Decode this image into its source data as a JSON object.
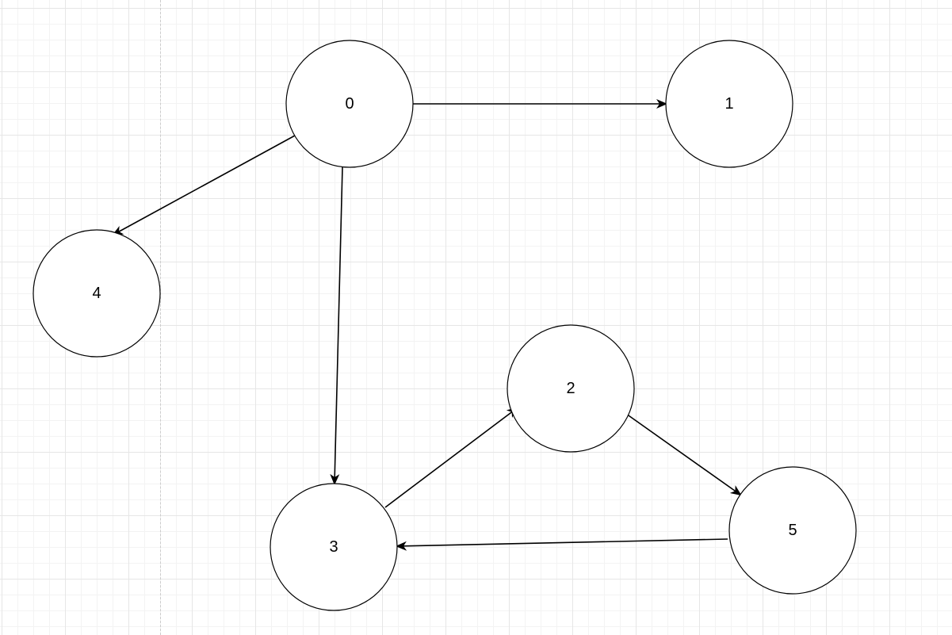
{
  "diagram": {
    "type": "directed-graph",
    "stroke_color": "#000000",
    "node_fill": "#ffffff",
    "nodes": [
      {
        "id": "0",
        "label": "0"
      },
      {
        "id": "1",
        "label": "1"
      },
      {
        "id": "2",
        "label": "2"
      },
      {
        "id": "3",
        "label": "3"
      },
      {
        "id": "4",
        "label": "4"
      },
      {
        "id": "5",
        "label": "5"
      }
    ],
    "edges": [
      {
        "from": "0",
        "to": "1"
      },
      {
        "from": "0",
        "to": "4"
      },
      {
        "from": "0",
        "to": "3"
      },
      {
        "from": "3",
        "to": "2"
      },
      {
        "from": "2",
        "to": "5"
      },
      {
        "from": "5",
        "to": "3"
      }
    ]
  }
}
